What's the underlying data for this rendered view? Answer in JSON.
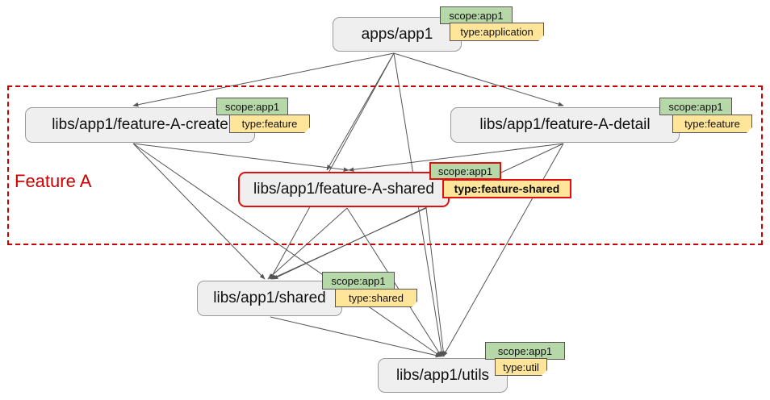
{
  "group": {
    "label": "Feature A"
  },
  "nodes": {
    "app1": {
      "label": "apps/app1",
      "scope": "scope:app1",
      "type": "type:application"
    },
    "create": {
      "label": "libs/app1/feature-A-create",
      "scope": "scope:app1",
      "type": "type:feature"
    },
    "detail": {
      "label": "libs/app1/feature-A-detail",
      "scope": "scope:app1",
      "type": "type:feature"
    },
    "fshared": {
      "label": "libs/app1/feature-A-shared",
      "scope": "scope:app1",
      "type": "type:feature-shared",
      "highlighted": true
    },
    "shared": {
      "label": "libs/app1/shared",
      "scope": "scope:app1",
      "type": "type:shared"
    },
    "utils": {
      "label": "libs/app1/utils",
      "scope": "scope:app1",
      "type": "type:util"
    }
  },
  "edges": [
    [
      "app1",
      "create"
    ],
    [
      "app1",
      "detail"
    ],
    [
      "app1",
      "fshared"
    ],
    [
      "app1",
      "shared"
    ],
    [
      "app1",
      "utils"
    ],
    [
      "create",
      "fshared"
    ],
    [
      "create",
      "shared"
    ],
    [
      "create",
      "utils"
    ],
    [
      "detail",
      "fshared"
    ],
    [
      "detail",
      "shared"
    ],
    [
      "detail",
      "utils"
    ],
    [
      "fshared",
      "shared"
    ],
    [
      "fshared",
      "utils"
    ],
    [
      "shared",
      "utils"
    ]
  ],
  "colors": {
    "group_border": "#cc0000",
    "node_fill": "#efefef",
    "scope_tag": "#b6d7a8",
    "type_tag": "#ffe599",
    "highlight": "#e01010",
    "edge": "#555555"
  }
}
